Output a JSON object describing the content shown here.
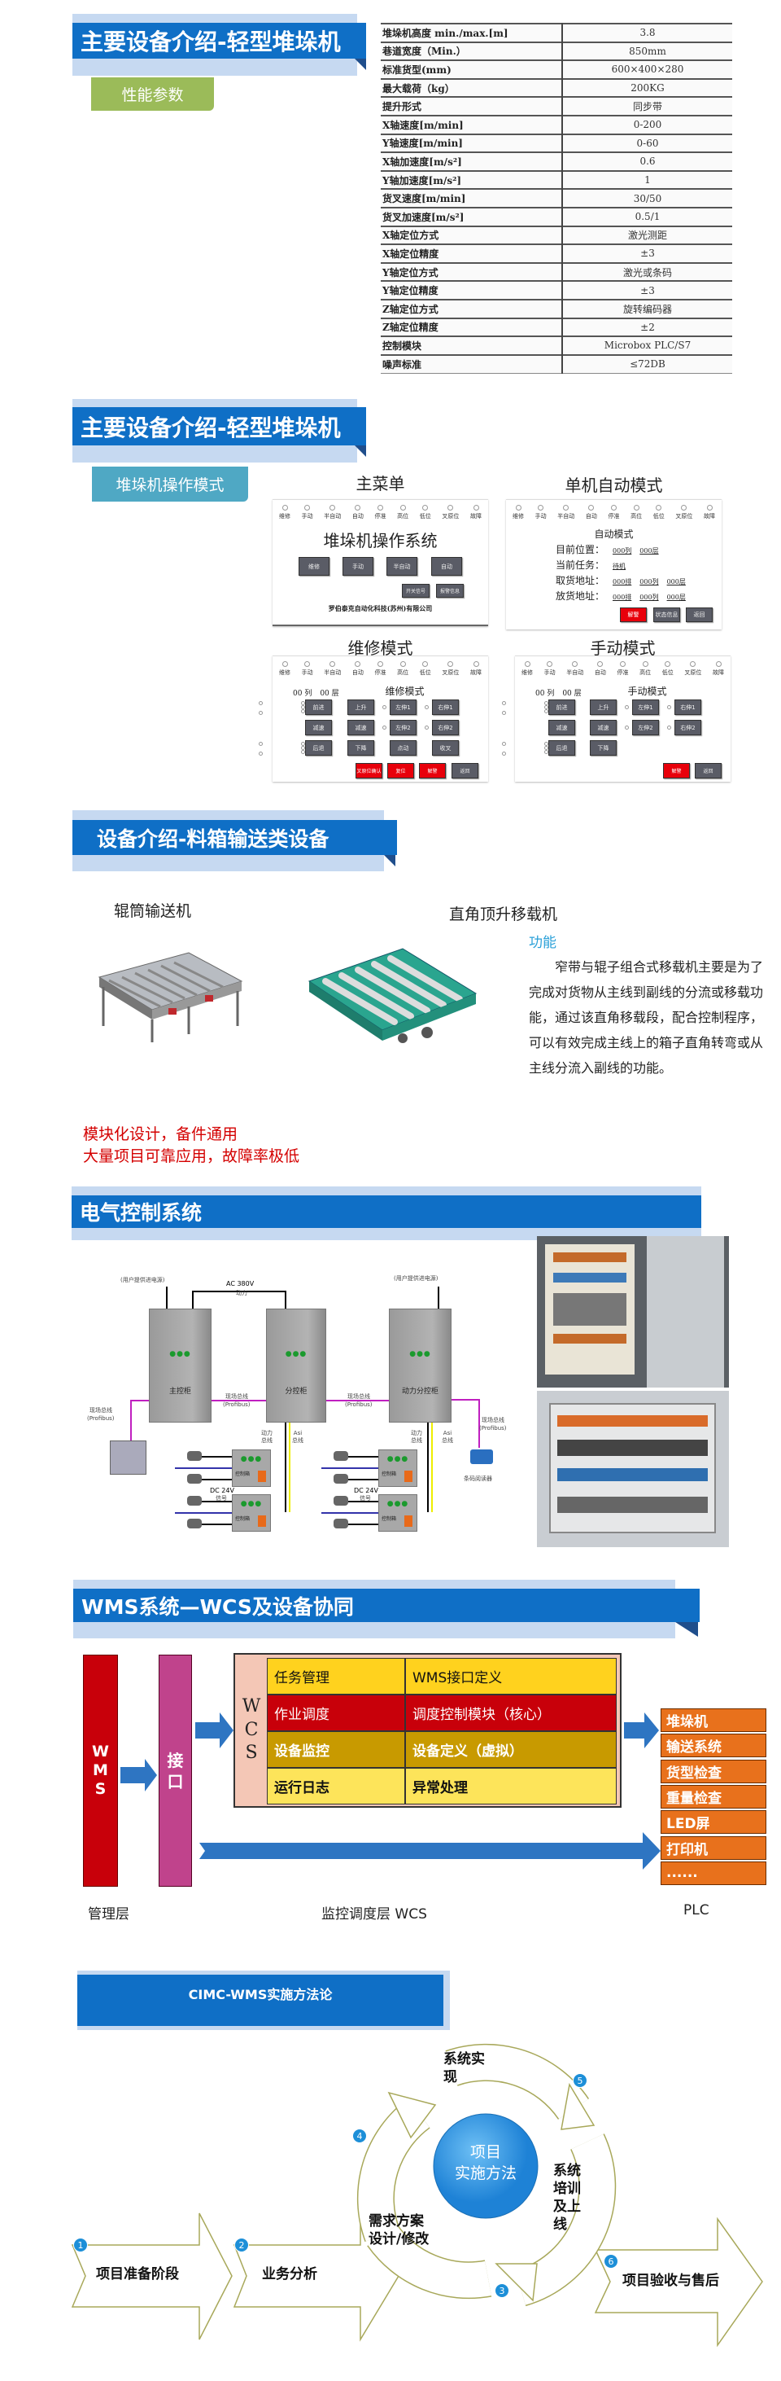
{
  "sections": {
    "s1": "主要设备介绍-轻型堆垛机",
    "s2": "主要设备介绍-轻型堆垛机",
    "s3": "设备介绍-料箱输送类设备",
    "s4": "电气控制系统",
    "s5": "WMS系统—WCS及设备协同",
    "s6": "CIMC-WMS实施方法论"
  },
  "specs": {
    "tab": "性能参数",
    "rows": [
      {
        "k": "堆垛机高度 min./max.[m]",
        "v": "3.8"
      },
      {
        "k": "巷道宽度（Min.）",
        "v": "850mm"
      },
      {
        "k": "标准货型(mm)",
        "v": "600×400×280"
      },
      {
        "k": "最大载荷（kg）",
        "v": "200KG"
      },
      {
        "k": "提升形式",
        "v": "同步带"
      },
      {
        "k": "X轴速度[m/min]",
        "v": "0-200"
      },
      {
        "k": "Y轴速度[m/min]",
        "v": "0-60"
      },
      {
        "k": "X轴加速度[m/s²]",
        "v": "0.6"
      },
      {
        "k": "Y轴加速度[m/s²]",
        "v": "1"
      },
      {
        "k": "货叉速度[m/min]",
        "v": "30/50"
      },
      {
        "k": "货叉加速度[m/s²]",
        "v": "0.5/1"
      },
      {
        "k": "X轴定位方式",
        "v": "激光测距"
      },
      {
        "k": "X轴定位精度",
        "v": "±3"
      },
      {
        "k": "Y轴定位方式",
        "v": "激光或条码"
      },
      {
        "k": "Y轴定位精度",
        "v": "±3"
      },
      {
        "k": "Z轴定位方式",
        "v": "旋转编码器"
      },
      {
        "k": "Z轴定位精度",
        "v": "±2"
      },
      {
        "k": "控制模块",
        "v": "Microbox PLC/S7"
      },
      {
        "k": "噪声标准",
        "v": "≤72DB"
      }
    ]
  },
  "operation": {
    "tab": "堆垛机操作模式",
    "status_labels": [
      "维修",
      "手动",
      "半自动",
      "自动",
      "停准",
      "高位",
      "低位",
      "叉原位",
      "故障"
    ],
    "main": {
      "caption": "主菜单",
      "title": "堆垛机操作系统",
      "buttons": [
        "维修",
        "手动",
        "半自动",
        "自动"
      ],
      "small_buttons": [
        "开关信号",
        "报警信息"
      ],
      "company": "罗伯泰克自动化科技(苏州)有限公司"
    },
    "auto": {
      "caption": "单机自动模式",
      "title": "自动模式",
      "rows": [
        {
          "label": "目前位置：",
          "values": [
            "000列",
            "000层"
          ]
        },
        {
          "label": "当前任务：",
          "values": [
            "待机"
          ]
        },
        {
          "label": "取货地址：",
          "values": [
            "000排",
            "000列",
            "000层"
          ]
        },
        {
          "label": "放货地址：",
          "values": [
            "000排",
            "000列",
            "000层"
          ]
        }
      ],
      "buttons": [
        "解警",
        "状态信息",
        "返回"
      ]
    },
    "maintenance": {
      "caption": "维修模式",
      "title": "维修模式",
      "position": [
        "00 列",
        "00 层"
      ],
      "grid": [
        "前进",
        "上升",
        "左伸1",
        "右伸1",
        "减速",
        "减速",
        "左伸2",
        "右伸2",
        "后退",
        "下降",
        "点动",
        "收叉"
      ],
      "buttons": [
        "叉原位确认",
        "复位",
        "解警",
        "返回"
      ]
    },
    "manual": {
      "caption": "手动模式",
      "title": "手动模式",
      "position": [
        "00 列",
        "00 层"
      ],
      "grid": [
        "前进",
        "上升",
        "左伸1",
        "右伸1",
        "减速",
        "减速",
        "左伸2",
        "右伸2",
        "后退",
        "下降"
      ],
      "buttons": [
        "解警",
        "返回"
      ]
    }
  },
  "conveyors": {
    "roller_label": "辊筒输送机",
    "transfer_label": "直角顶升移载机",
    "function_title": "功能",
    "function_text": "窄带与辊子组合式移载机主要是为了完成对货物从主线到副线的分流或移载功能，通过该直角移载段，配合控制程序，可以有效完成主线上的箱子直角转弯或从主线分流入副线的功能。",
    "highlights": [
      "模块化设计，备件通用",
      "大量项目可靠应用，故障率极低"
    ]
  },
  "electrical": {
    "user_power": "(用户提供进电源)",
    "ac": "AC 380V",
    "power": "动力",
    "main_cabinet": "主控柜",
    "sub_cabinet": "分控柜",
    "power_sub_cabinet": "动力分控柜",
    "fieldbus": "现场总线",
    "profibus": "(Profibus)",
    "power_bus": "动力总线",
    "asi_bus": "Asi总线",
    "dc": "DC 24V",
    "signal": "信号",
    "control_box": "控制箱",
    "barcode_reader": "条码阅读器"
  },
  "wms": {
    "wms_bar": "WMS",
    "interface_bar": "接口",
    "wcs_label": "WCS",
    "cells": [
      [
        "任务管理",
        "WMS接口定义"
      ],
      [
        "作业调度",
        "调度控制模块（核心）"
      ],
      [
        "设备监控",
        "设备定义（虚拟）"
      ],
      [
        "运行日志",
        "异常处理"
      ]
    ],
    "devices": [
      "堆垛机",
      "输送系统",
      "货型检查",
      "重量检查",
      "LED屏",
      "打印机",
      "......"
    ],
    "layers": [
      "管理层",
      "监控调度层 WCS",
      "PLC"
    ]
  },
  "methodology": {
    "center": [
      "项目",
      "实施方法"
    ],
    "steps": [
      {
        "n": "1",
        "label": "项目准备阶段"
      },
      {
        "n": "2",
        "label": "业务分析"
      },
      {
        "n": "3",
        "label": "需求方案设计/修改"
      },
      {
        "n": "4",
        "label": "系统实现"
      },
      {
        "n": "5",
        "label": "系统培训及上线"
      },
      {
        "n": "6",
        "label": "项目验收与售后"
      }
    ]
  },
  "colors": {
    "brand_blue": "#0f6fc6",
    "band": "#c6d9f1",
    "alert_red": "#d40000",
    "orange": "#e8711c"
  }
}
